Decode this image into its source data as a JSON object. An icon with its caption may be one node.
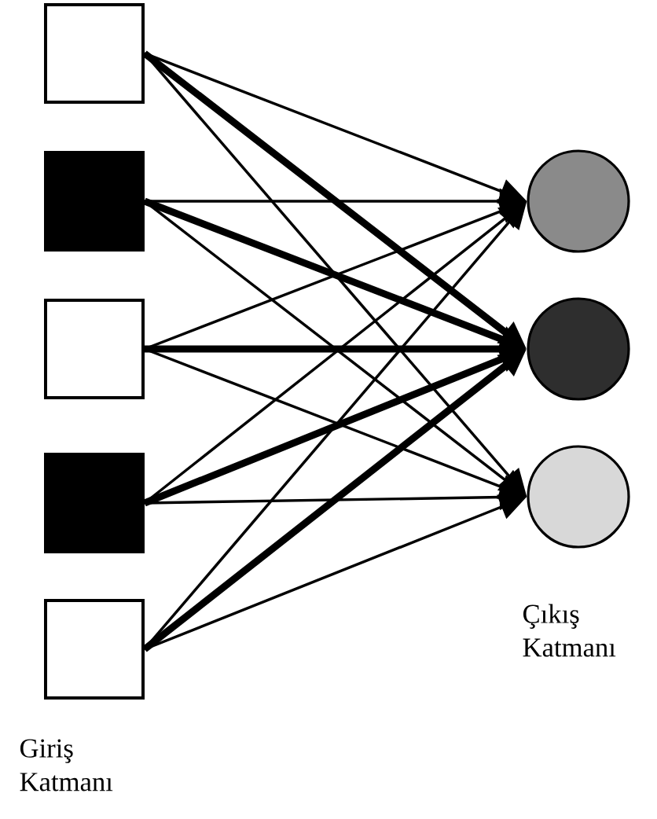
{
  "diagram": {
    "nodes": [
      {
        "text": [],
        "shape": "box"
      },
      {
        "text": [],
        "shape": "box"
      },
      {
        "text": [],
        "shape": "box"
      },
      {
        "text": [],
        "shape": "box"
      },
      {
        "text": [],
        "shape": "box"
      },
      {
        "text": [],
        "shape": "circle"
      },
      {
        "text": [],
        "shape": "circle"
      },
      {
        "text": [],
        "shape": "circle"
      }
    ],
    "edges": [
      {
        "from": 0,
        "to": 5,
        "arrow": "to"
      },
      {
        "from": 0,
        "to": 6,
        "arrow": "to",
        "style": "thick"
      },
      {
        "from": 0,
        "to": 7,
        "arrow": "to"
      },
      {
        "from": 1,
        "to": 5,
        "arrow": "to"
      },
      {
        "from": 1,
        "to": 6,
        "arrow": "to",
        "style": "thick"
      },
      {
        "from": 1,
        "to": 7,
        "arrow": "to"
      },
      {
        "from": 2,
        "to": 5,
        "arrow": "to"
      },
      {
        "from": 2,
        "to": 6,
        "arrow": "to",
        "style": "thick"
      },
      {
        "from": 2,
        "to": 7,
        "arrow": "to"
      },
      {
        "from": 3,
        "to": 5,
        "arrow": "to"
      },
      {
        "from": 3,
        "to": 6,
        "arrow": "to",
        "style": "thick"
      },
      {
        "from": 3,
        "to": 7,
        "arrow": "to"
      },
      {
        "from": 4,
        "to": 5,
        "arrow": "to"
      },
      {
        "from": 4,
        "to": 6,
        "arrow": "to",
        "style": "thick"
      },
      {
        "from": 4,
        "to": 7,
        "arrow": "to"
      }
    ],
    "labels": [
      "Çıkış Katmanı",
      "Giriş Katmanı"
    ]
  }
}
